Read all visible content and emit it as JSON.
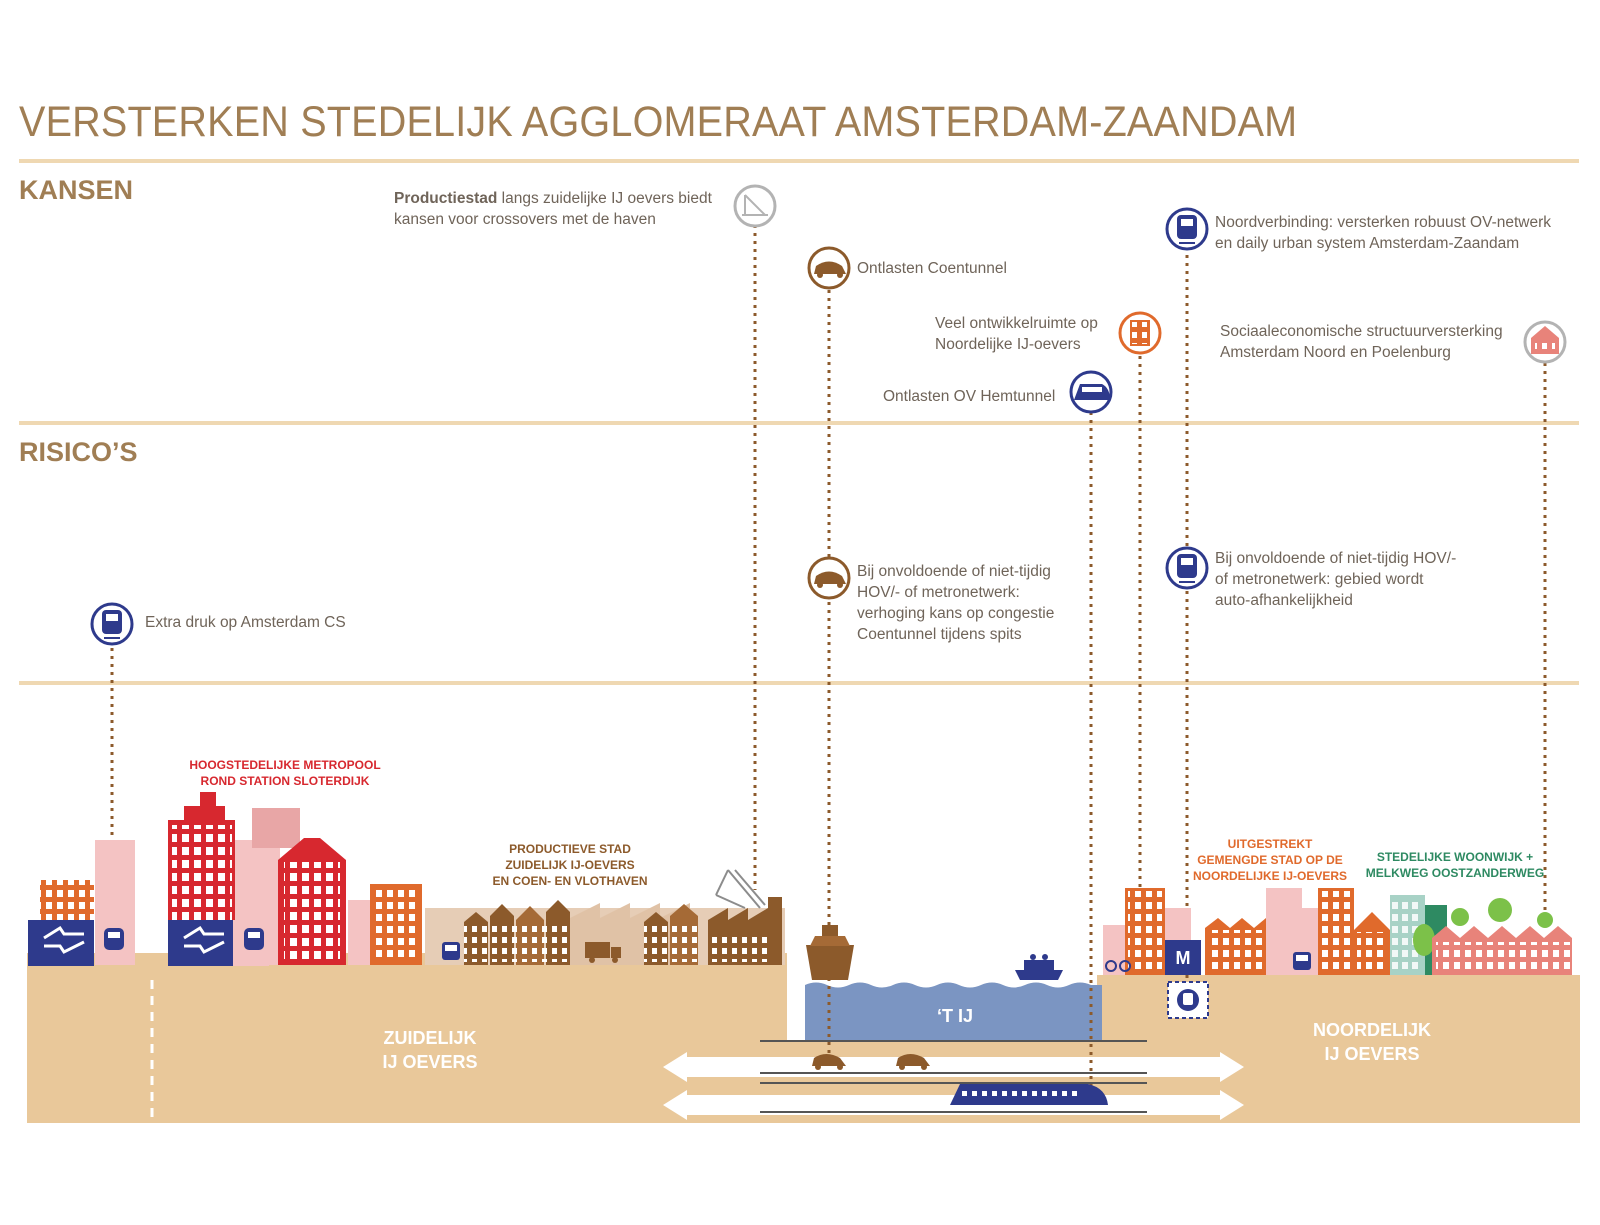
{
  "title": "VERSTERKEN STEDELIJK AGGLOMERAAT AMSTERDAM-ZAANDAM",
  "sections": {
    "kansen": "KANSEN",
    "risicos": "RISICO’S"
  },
  "kansen": {
    "productiestad": {
      "bold": "Productiestad",
      "line1_rest": " langs zuidelijke IJ oevers biedt",
      "line2": "kansen voor crossovers met de haven",
      "icon": "crane-icon"
    },
    "coentunnel": {
      "text": "Ontlasten Coentunnel",
      "icon": "car-icon"
    },
    "ontwikkelruimte": {
      "line1": "Veel ontwikkelruimte op",
      "line2": "Noordelijke IJ-oevers",
      "icon": "building-icon"
    },
    "hemtunnel": {
      "text": "Ontlasten OV Hemtunnel",
      "icon": "train-icon"
    },
    "noordverbinding": {
      "line1": "Noordverbinding: versterken robuust OV-netwerk",
      "line2": "en daily urban system Amsterdam-Zaandam",
      "icon": "tram-icon"
    },
    "sociaal": {
      "line1": "Sociaaleconomische structuurversterking",
      "line2": "Amsterdam Noord en Poelenburg",
      "icon": "houses-icon"
    }
  },
  "risicos": {
    "amsterdam_cs": {
      "text": "Extra druk op Amsterdam CS",
      "icon": "tram-icon"
    },
    "congestie": {
      "line1": "Bij onvoldoende of niet-tijdig",
      "line2": "HOV/- of metronetwerk:",
      "line3": "verhoging kans op congestie",
      "line4": "Coentunnel tijdens spits",
      "icon": "car-icon"
    },
    "auto": {
      "line1": "Bij onvoldoende of niet-tijdig HOV/-",
      "line2": "of metronetwerk: gebied wordt",
      "line3": "auto-afhankelijkheid",
      "icon": "tram-icon"
    }
  },
  "labels": {
    "metropool": {
      "line1": "HOOGSTEDELIJKE METROPOOL",
      "line2": "ROND STATION SLOTERDIJK"
    },
    "productieve": {
      "line1": "PRODUCTIEVE STAD",
      "line2": "ZUIDELIJK IJ-OEVERS",
      "line3": "EN COEN- EN VLOTHAVEN"
    },
    "uitgestrekt": {
      "line1": "UITGESTREKT",
      "line2": "GEMENGDE STAD OP DE",
      "line3": "NOORDELIJKE IJ-OEVERS"
    },
    "woonwijk": {
      "line1": "STEDELIJKE WOONWIJK +",
      "line2": "MELKWEG OOSTZANDERWEG"
    }
  },
  "ground": {
    "zuid": {
      "line1": "ZUIDELIJK",
      "line2": "IJ OEVERS"
    },
    "noord": {
      "line1": "NOORDELIJK",
      "line2": "IJ OEVERS"
    },
    "ij": "‘T IJ",
    "metro": "M"
  },
  "colors": {
    "title": "#a07e54",
    "rule": "#efd8b2",
    "ground": "#e9c89a",
    "water": "#7b95c2",
    "blue": "#2e3a8c",
    "brown": "#8c5a2b",
    "orange": "#e06a2c",
    "red": "#d7282f",
    "pink": "#f4c3c3",
    "green": "#2e8a62",
    "grey": "#b3b3b3"
  }
}
